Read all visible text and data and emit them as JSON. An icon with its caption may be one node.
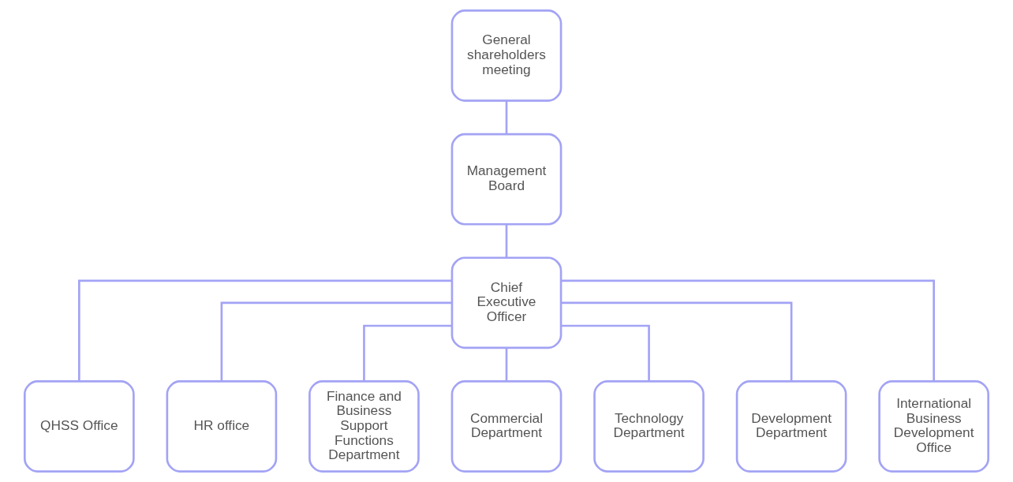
{
  "diagram": {
    "nodes": [
      {
        "text": [
          "General shareholders meeting"
        ]
      },
      {
        "text": [
          "Management Board"
        ]
      },
      {
        "text": [
          "Chief Executive Officer"
        ]
      },
      {
        "text": [
          "QHSS Office"
        ]
      },
      {
        "text": [
          "HR office"
        ]
      },
      {
        "text": [
          "Finance and Business Support Functions Department"
        ]
      },
      {
        "text": [
          "Commercial Department"
        ]
      },
      {
        "text": [
          "Technology Department"
        ]
      },
      {
        "text": [
          "Development Department"
        ]
      },
      {
        "text": [
          "International Business Development Office"
        ]
      }
    ],
    "edges": [
      {
        "from": 0,
        "to": 1,
        "arrow": "none"
      },
      {
        "from": 1,
        "to": 2,
        "arrow": "none"
      },
      {
        "from": 2,
        "to": 3,
        "arrow": "none"
      },
      {
        "from": 2,
        "to": 4,
        "arrow": "none"
      },
      {
        "from": 2,
        "to": 5,
        "arrow": "none"
      },
      {
        "from": 2,
        "to": 6,
        "arrow": "none"
      },
      {
        "from": 2,
        "to": 7,
        "arrow": "none"
      },
      {
        "from": 2,
        "to": 8,
        "arrow": "none"
      },
      {
        "from": 2,
        "to": 9,
        "arrow": "none"
      }
    ]
  }
}
